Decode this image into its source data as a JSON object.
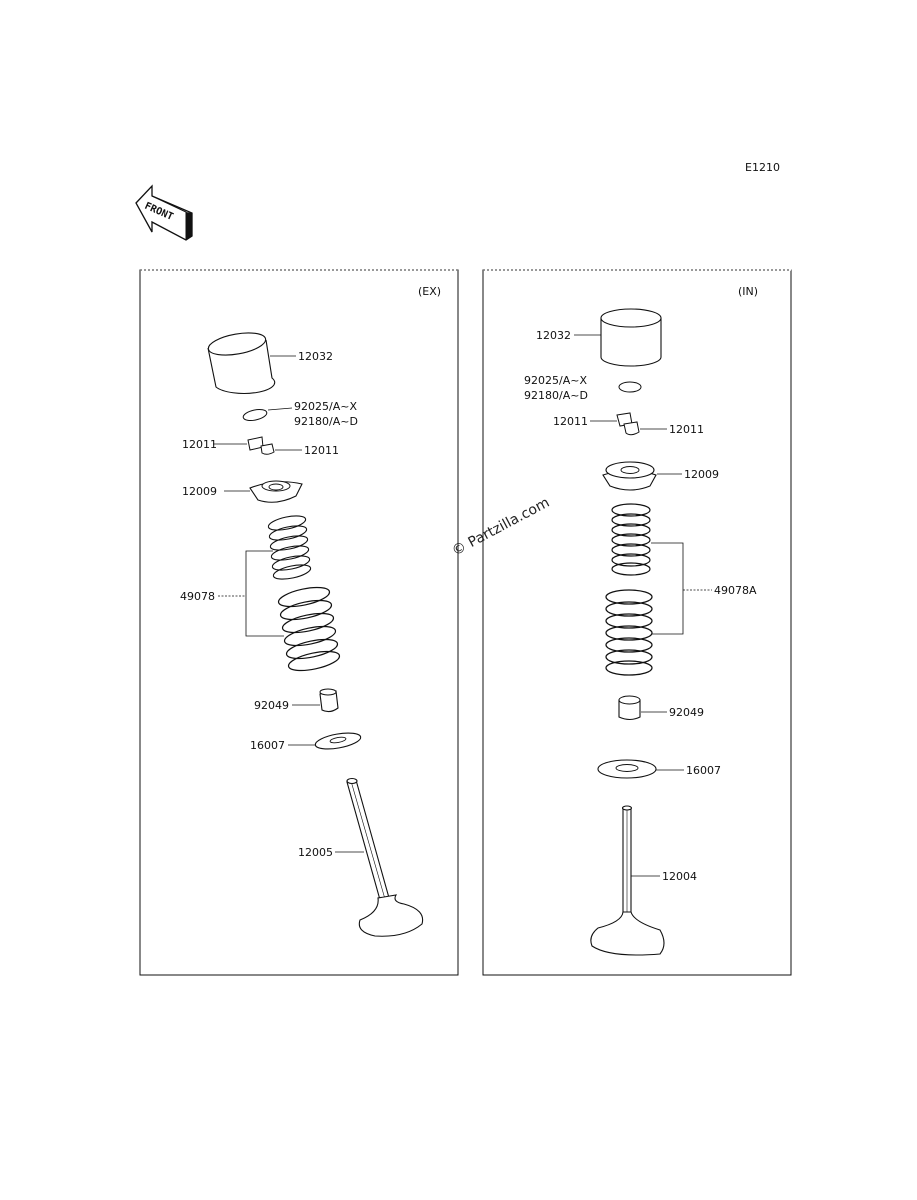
{
  "diagram": {
    "ref_code": "E1210",
    "front_label": "FRONT",
    "watermark": "© Partzilla.com",
    "panels": {
      "ex": {
        "tag": "(EX)",
        "labels": {
          "tappet": "12032",
          "shim_a": "92025/A~X",
          "shim_b": "92180/A~D",
          "cotter_left": "12011",
          "cotter_right": "12011",
          "retainer": "12009",
          "spring": "49078",
          "seal": "92049",
          "seat": "16007",
          "valve": "12005"
        }
      },
      "in": {
        "tag": "(IN)",
        "labels": {
          "tappet": "12032",
          "shim_a": "92025/A~X",
          "shim_b": "92180/A~D",
          "cotter_left": "12011",
          "cotter_right": "12011",
          "retainer": "12009",
          "spring": "49078A",
          "seal": "92049",
          "seat": "16007",
          "valve": "12004"
        }
      }
    }
  }
}
